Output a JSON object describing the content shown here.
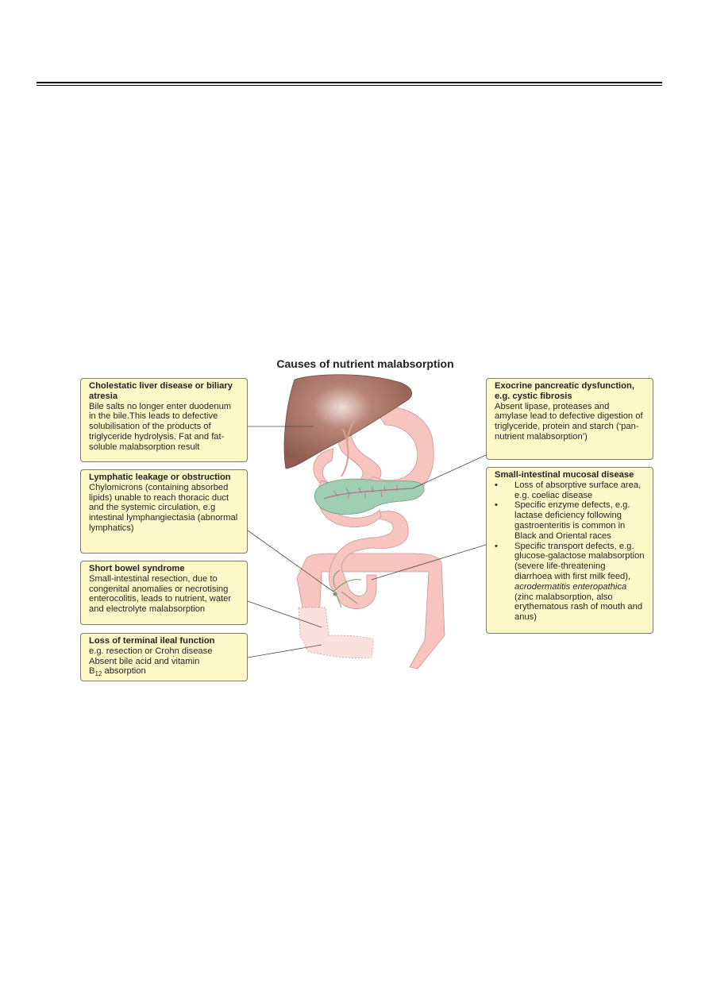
{
  "title": "Causes of nutrient malabsorption",
  "boxes": {
    "cholestatic": {
      "heading": "Cholestatic liver disease or biliary atresia",
      "body": "Bile salts no longer enter duodenum in the bile.This leads to defective solubilisation of the products of triglyceride hydrolysis. Fat and fat-soluble malabsorption result"
    },
    "lymphatic": {
      "heading": "Lymphatic leakage or obstruction",
      "body": "Chylomicrons (containing absorbed lipids) unable to reach thoracic duct and the systemic circulation, e.g intestinal lymphangiectasia (abnormal lymphatics)"
    },
    "short_bowel": {
      "heading": "Short bowel syndrome",
      "body": "Small-intestinal resection, due to congenital anomalies or necrotising enterocolitis, leads to nutrient, water and electrolyte malabsorption"
    },
    "ileal": {
      "heading": "Loss of terminal ileal function",
      "body_line1": "e.g. resection or Crohn disease",
      "body_line2": "Absent bile acid and vitamin",
      "b12_prefix": "B",
      "b12_sub": "12",
      "b12_suffix": " absorption"
    },
    "pancreatic": {
      "heading": "Exocrine pancreatic dysfunction, e.g. cystic fibrosis",
      "body": "Absent lipase, proteases and amylase lead to defective digestion of triglyceride, protein and starch (‘pan-nutrient malabsorption’)"
    },
    "mucosal": {
      "heading": "Small-intestinal mucosal disease",
      "bullets": [
        "Loss of absorptive surface area, e.g. coeliac disease",
        "Specific enzyme defects, e.g. lactase deficiency following gastroenteritis is common in Black and Oriental races"
      ],
      "bullet3_a": "Specific transport defects, e.g. glucose-galactose malabsorption (severe life-threatening diarrhoea with first milk feed), ",
      "bullet3_italic": "acrodermatitis enteropathica",
      "bullet3_b": " (zinc malabsorption, also erythematous rash of mouth and anus)"
    }
  },
  "colors": {
    "box_fill": "#fdf9c9",
    "liver": "#9e6b5f",
    "intestine": "#f7c4c0",
    "pancreas": "#9fceb1"
  }
}
